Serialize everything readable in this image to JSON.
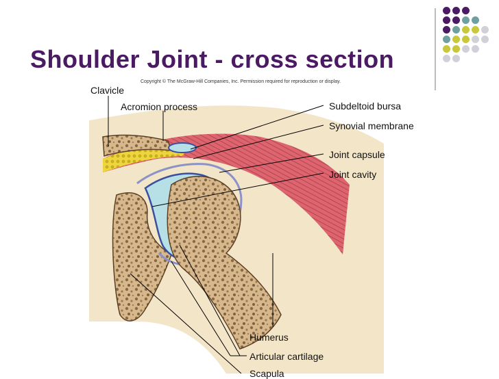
{
  "title": "Shoulder Joint - cross section",
  "copyright": "Copyright © The McGraw-Hill Companies, Inc. Permission required for reproduction or display.",
  "labels": {
    "clavicle": "Clavicle",
    "acromion": "Acromion process",
    "subdeltoid_bursa": "Subdeltoid bursa",
    "synovial_membrane": "Synovial membrane",
    "joint_capsule": "Joint capsule",
    "joint_cavity": "Joint cavity",
    "humerus": "Humerus",
    "articular_cartilage": "Articular cartilage",
    "scapula": "Scapula"
  },
  "colors": {
    "title": "#4a1a63",
    "purple": "#4a1a63",
    "teal": "#6fa0a0",
    "olive": "#c8c83a",
    "lightgray": "#d0d0d8",
    "bone": "#d9b98e",
    "muscle": "#d9606a",
    "fat": "#e8d23c",
    "cartilage": "#b7e0e6"
  }
}
